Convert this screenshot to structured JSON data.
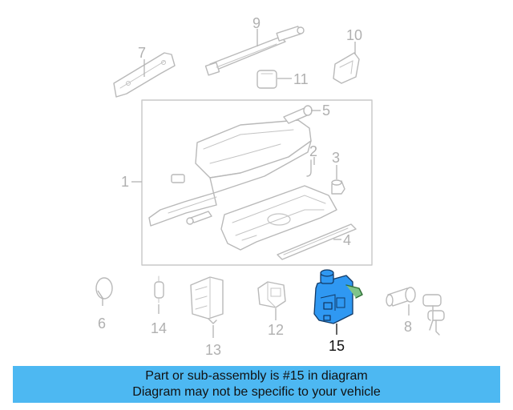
{
  "diagram": {
    "highlight_color": "#2f98f2",
    "callouts": {
      "c1": "1",
      "c2": "2",
      "c3": "3",
      "c4": "4",
      "c5": "5",
      "c6": "6",
      "c7": "7",
      "c8": "8",
      "c9": "9",
      "c10": "10",
      "c11": "11",
      "c12": "12",
      "c13": "13",
      "c14": "14",
      "c15": "15"
    },
    "highlighted_part": "15"
  },
  "banner": {
    "line1": "Part or sub-assembly is #15 in diagram",
    "line2": "Diagram may not be specific to your vehicle",
    "background": "#4db8f2"
  }
}
